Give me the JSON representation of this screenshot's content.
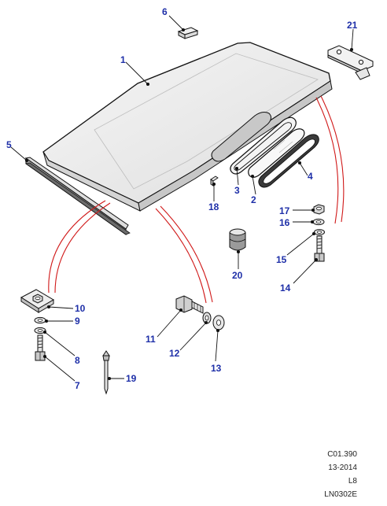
{
  "callouts": {
    "c1": "1",
    "c2": "2",
    "c3": "3",
    "c4": "4",
    "c5": "5",
    "c6": "6",
    "c7": "7",
    "c8": "8",
    "c9": "9",
    "c10": "10",
    "c11": "11",
    "c12": "12",
    "c13": "13",
    "c14": "14",
    "c15": "15",
    "c16": "16",
    "c17": "17",
    "c18": "18",
    "c19": "19",
    "c20": "20",
    "c21": "21"
  },
  "reference": {
    "code": "C01.390",
    "date": "13-2014",
    "level": "L8",
    "drawing": "LN0302E"
  },
  "colors": {
    "callout": "#1e2fa8",
    "line": "#111111",
    "leader_red": "#d01818",
    "part_fill": "#ececec"
  }
}
